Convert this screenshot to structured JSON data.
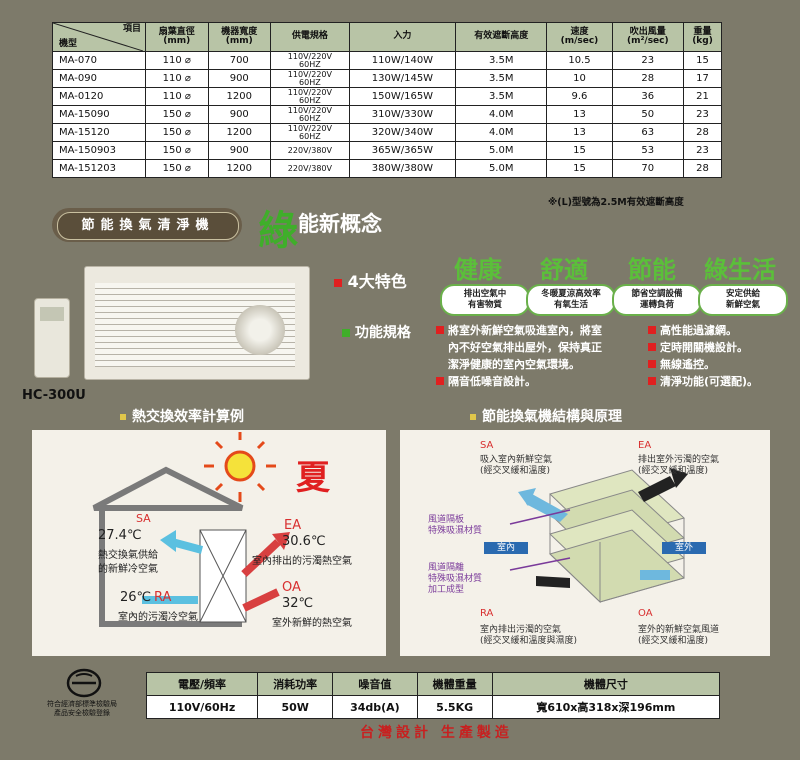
{
  "spec_table": {
    "header": {
      "item": "項目",
      "model": "機型",
      "columns": [
        "扇葉直徑\n(mm)",
        "機器寬度\n(mm)",
        "供電規格",
        "入力",
        "有效遮斷高度",
        "速度\n(m/sec)",
        "吹出風量\n(m²/sec)",
        "重量\n(kg)"
      ]
    },
    "rows": [
      {
        "model": "MA-070",
        "dia": "110 ⌀",
        "width": "700",
        "power": "110V/220V\n60HZ",
        "input": "110W/140W",
        "height": "3.5M",
        "speed": "10.5",
        "air": "23",
        "weight": "15"
      },
      {
        "model": "MA-090",
        "dia": "110 ⌀",
        "width": "900",
        "power": "110V/220V\n60HZ",
        "input": "130W/145W",
        "height": "3.5M",
        "speed": "10",
        "air": "28",
        "weight": "17"
      },
      {
        "model": "MA-0120",
        "dia": "110 ⌀",
        "width": "1200",
        "power": "110V/220V\n60HZ",
        "input": "150W/165W",
        "height": "3.5M",
        "speed": "9.6",
        "air": "36",
        "weight": "21"
      },
      {
        "model": "MA-15090",
        "dia": "150 ⌀",
        "width": "900",
        "power": "110V/220V\n60HZ",
        "input": "310W/330W",
        "height": "4.0M",
        "speed": "13",
        "air": "50",
        "weight": "23"
      },
      {
        "model": "MA-15120",
        "dia": "150 ⌀",
        "width": "1200",
        "power": "110V/220V\n60HZ",
        "input": "320W/340W",
        "height": "4.0M",
        "speed": "13",
        "air": "63",
        "weight": "28"
      },
      {
        "model": "MA-150903",
        "dia": "150 ⌀",
        "width": "900",
        "power": "220V/380V",
        "input": "365W/365W",
        "height": "5.0M",
        "speed": "15",
        "air": "53",
        "weight": "23"
      },
      {
        "model": "MA-151203",
        "dia": "150 ⌀",
        "width": "1200",
        "power": "220V/380V",
        "input": "380W/380W",
        "height": "5.0M",
        "speed": "15",
        "air": "70",
        "weight": "28"
      }
    ],
    "note": "※(L)型號為2.5M有效遮斷高度"
  },
  "title": {
    "pill": "節能換氣清淨機",
    "green_char": "綠",
    "rest": "能新概念"
  },
  "product": {
    "model": "HC-300U"
  },
  "features": {
    "heading": "4大特色",
    "items": [
      {
        "word": "健康",
        "sub1": "排出空氣中",
        "sub2": "有害物質"
      },
      {
        "word": "舒適",
        "sub1": "冬暖夏涼高效率",
        "sub2": "有氧生活"
      },
      {
        "word": "節能",
        "sub1": "節省空調設備",
        "sub2": "運轉負荷"
      },
      {
        "word": "綠生活",
        "sub1": "安定供給",
        "sub2": "新鮮空氣"
      }
    ]
  },
  "func_spec": {
    "heading": "功能規格",
    "left": [
      "將室外新鮮空氣吸進室內，將室",
      "內不好空氣排出屋外，保持真正",
      "潔淨健康的室內空氣環境。",
      "隔音低噪音設計。"
    ],
    "right": [
      "高性能過濾網。",
      "定時開關機設計。",
      "無線遙控。",
      "清淨功能(可選配)。"
    ]
  },
  "sections": {
    "left": "熱交換效率計算例",
    "right": "節能換氣機結構與原理"
  },
  "heat_example": {
    "season": "夏",
    "sa": "SA",
    "sa_temp": "27.4℃",
    "sa_desc1": "熱交換氣供給",
    "sa_desc2": "的新鮮冷空氣",
    "ra": "RA",
    "ra_temp": "26℃",
    "ra_desc": "室內的污濁冷空氣",
    "ea": "EA",
    "ea_temp": "30.6℃",
    "ea_desc": "室內排出的污濁熱空氣",
    "oa": "OA",
    "oa_temp": "32℃",
    "oa_desc": "室外新鮮的熱空氣"
  },
  "structure": {
    "sa": "SA",
    "sa_desc1": "吸入室內新鮮空氣",
    "sa_desc2": "(經交叉緩和溫度)",
    "ea": "EA",
    "ea_desc1": "排出室外污濁的空氣",
    "ea_desc2": "(經交叉緩和溫度)",
    "plate_label1": "風道隔板",
    "plate_label2": "特殊吸濕材質",
    "fin_label1": "風道隔離",
    "fin_label2": "特殊吸濕材質",
    "fin_label3": "加工成型",
    "indoor": "室內",
    "outdoor": "室外",
    "ra": "RA",
    "ra_desc1": "室內排出污濁的空氣",
    "ra_desc2": "(經交叉緩和溫度與濕度)",
    "oa": "OA",
    "oa_desc1": "室外的新鮮空氣風道",
    "oa_desc2": "(經交叉緩和溫度)"
  },
  "bottom_table": {
    "headers": [
      "電壓/頻率",
      "消耗功率",
      "噪音值",
      "機體重量",
      "機體尺寸"
    ],
    "values": [
      "110V/60Hz",
      "50W",
      "34db(A)",
      "5.5KG",
      "寬610x高318x深196mm"
    ]
  },
  "cert": {
    "line1": "符合經濟部標準檢驗局",
    "line2": "產品安全檢驗登錄"
  },
  "made_in": "台灣設計 生產製造",
  "colors": {
    "background": "#7d7a6a",
    "header_green": "#b8c4a6",
    "accent_green": "#3fae2a",
    "accent_red": "#e02020"
  }
}
